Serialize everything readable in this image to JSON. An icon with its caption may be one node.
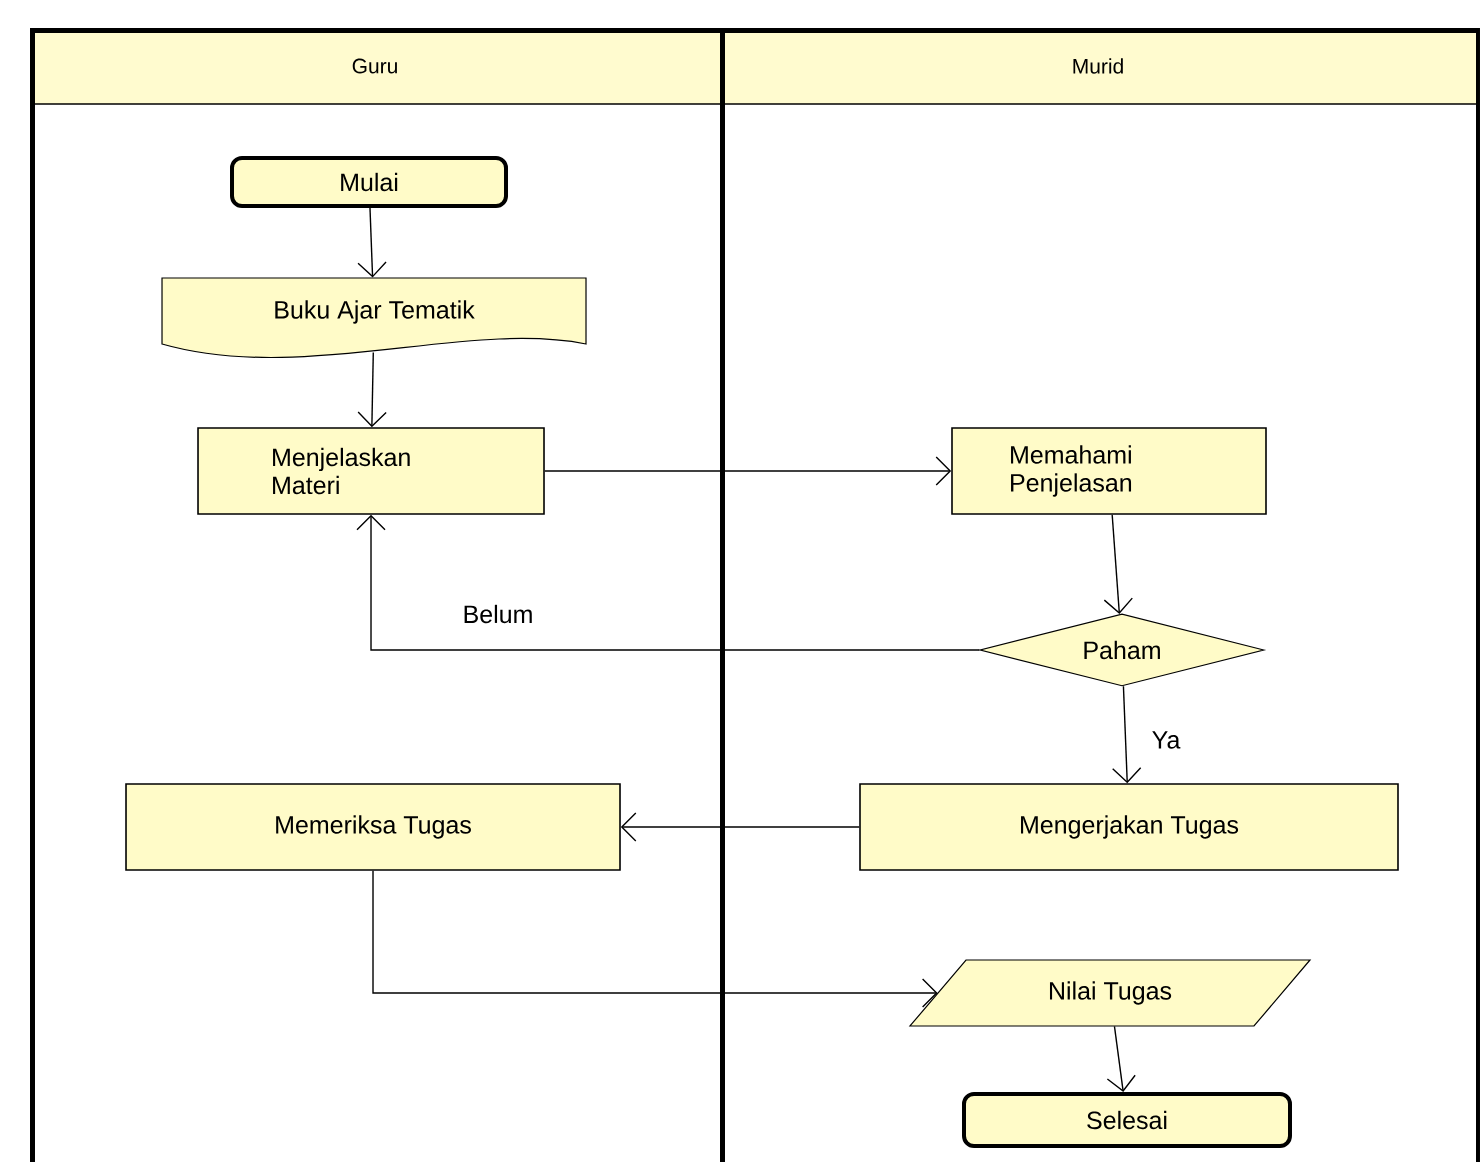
{
  "diagram": {
    "nodes": [
      {
        "text": [
          "Guru"
        ]
      },
      {
        "text": [
          "Murid"
        ]
      },
      {
        "text": [
          "Mulai"
        ],
        "in": 0
      },
      {
        "text": [
          "Buku Ajar Tematik"
        ],
        "in": 0
      },
      {
        "text": [
          "Menjelaskan Materi"
        ],
        "in": 0
      },
      {
        "text": [
          "Memahami Penjelasan"
        ],
        "in": 1
      },
      {
        "text": [
          "Paham"
        ],
        "in": 1
      },
      {
        "text": [
          "Memeriksa Tugas"
        ],
        "in": 0
      },
      {
        "text": [
          "Mengerjakan Tugas"
        ],
        "in": 1
      },
      {
        "text": [
          "Nilai Tugas"
        ],
        "in": 1
      },
      {
        "text": [
          "Selesai"
        ],
        "in": 1
      }
    ],
    "edges": [
      {
        "from": 2,
        "to": 3,
        "arrow": "to"
      },
      {
        "from": 3,
        "to": 4,
        "arrow": "to"
      },
      {
        "from": 4,
        "to": 5,
        "arrow": "to"
      },
      {
        "from": 5,
        "to": 6,
        "arrow": "to"
      },
      {
        "from": 6,
        "to": 4,
        "arrow": "to",
        "label": "Belum"
      },
      {
        "from": 6,
        "to": 8,
        "arrow": "to",
        "label": "Ya"
      },
      {
        "from": 8,
        "to": 7,
        "arrow": "to"
      },
      {
        "from": 7,
        "to": 9,
        "arrow": "to"
      },
      {
        "from": 9,
        "to": 10,
        "arrow": "to"
      }
    ]
  }
}
